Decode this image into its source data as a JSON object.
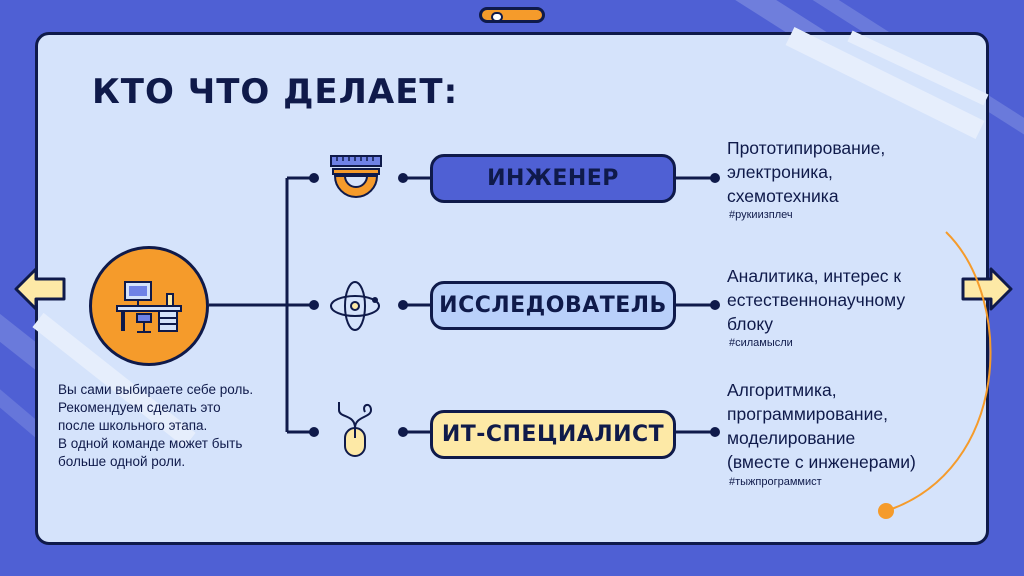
{
  "title": "КТО ЧТО ДЕЛАЕТ:",
  "note": "Вы сами выбираете себе роль.\nРекомендуем сделать это\nпосле школьного этапа.\nВ одной команде может быть\nбольше одной роли.",
  "roles": [
    {
      "label": "ИНЖЕНЕР",
      "description": "Прототипирование,\nэлектроника,\nсхемотехника",
      "tag": "#рукиизплеч",
      "icon": "ruler-protractor-icon"
    },
    {
      "label": "ИССЛЕДОВАТЕЛЬ",
      "description": "Аналитика, интерес к\nестественнонаучному\nблоку",
      "tag": "#силамысли",
      "icon": "atom-icon"
    },
    {
      "label": "ИТ-СПЕЦИАЛИСТ",
      "description": "Алгоритмика,\nпрограммирование,\nмоделирование\n(вместе с инженерами)",
      "tag": "#тыжпрограммист",
      "icon": "computer-mouse-icon"
    }
  ],
  "icons": {
    "avatar": "desk-workstation-icon",
    "prev": "arrow-left-icon",
    "next": "arrow-right-icon"
  },
  "colors": {
    "background": "#4f60d4",
    "card": "#d5e3fb",
    "ink": "#0f1a4a",
    "accent": "#f59b2b",
    "engineer": "#4f60d4",
    "researcher": "#b9d0fa",
    "it": "#fde9a6"
  }
}
